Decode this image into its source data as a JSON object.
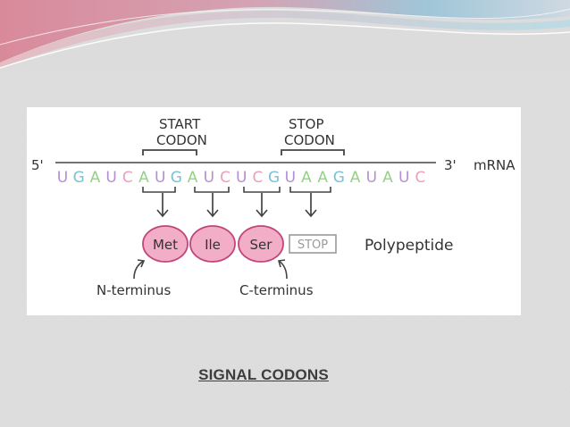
{
  "slide": {
    "title": "SIGNAL CODONS"
  },
  "diagram": {
    "start_label_line1": "START",
    "start_label_line2": "CODON",
    "stop_label_line1": "STOP",
    "stop_label_line2": "CODON",
    "five_prime": "5'",
    "three_prime": "3'",
    "mrna_label": "mRNA",
    "bases": [
      "U",
      "G",
      "A",
      "U",
      "C",
      "A",
      "U",
      "G",
      "A",
      "U",
      "C",
      "U",
      "C",
      "G",
      "U",
      "A",
      "A",
      "G",
      "A",
      "U",
      "A",
      "U",
      "C"
    ],
    "amino_acids": [
      "Met",
      "Ile",
      "Ser"
    ],
    "stop_box": "STOP",
    "polypeptide_label": "Polypeptide",
    "n_terminus": "N-terminus",
    "c_terminus": "C-terminus"
  },
  "colors": {
    "U": "#b48fd1",
    "G": "#7cc0d6",
    "A": "#98cf8a",
    "C": "#e9a0bd",
    "amino_fill": "#f2aec7",
    "amino_stroke": "#c2457a",
    "line": "#444444"
  }
}
